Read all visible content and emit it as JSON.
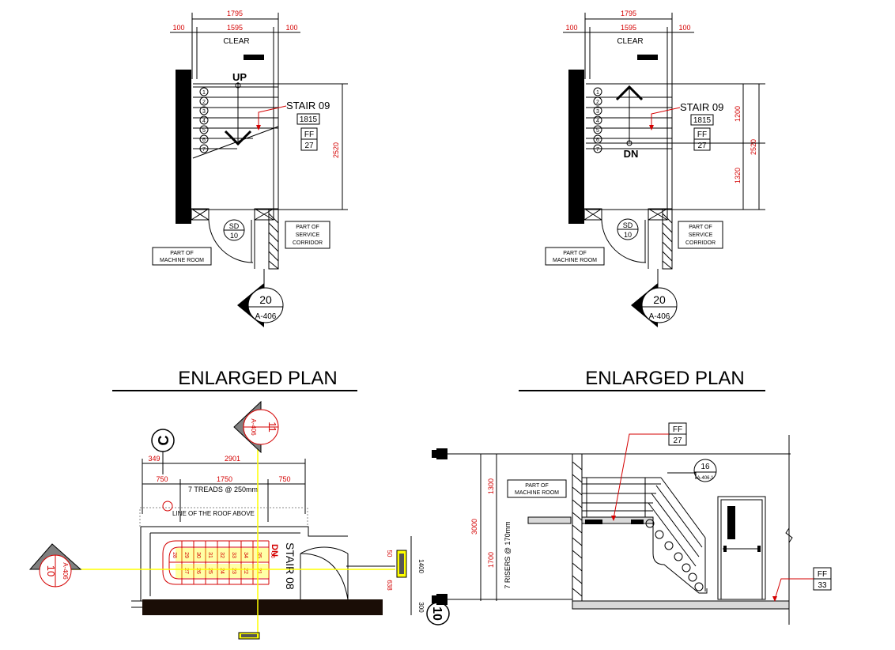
{
  "titles": {
    "plan_left": "ENLARGED PLAN",
    "plan_right": "ENLARGED PLAN"
  },
  "plan_dims": {
    "overall": "1795",
    "clear_width": "1595",
    "side_left": "100",
    "side_right": "100",
    "clear_label": "CLEAR",
    "height": "2520",
    "upper": "1200",
    "lower": "1320"
  },
  "stair_tag": {
    "name": "STAIR 09",
    "number": "1815",
    "ff_label": "FF",
    "ff_value": "27"
  },
  "plan_labels": {
    "up": "UP",
    "dn": "DN",
    "machine_room_1": "PART OF",
    "machine_room_2": "MACHINE ROOM",
    "corridor_1": "PART OF",
    "corridor_2": "SERVICE",
    "corridor_3": "CORRIDOR"
  },
  "door_tag": {
    "code": "SD",
    "number": "10"
  },
  "section_marker": {
    "number": "20",
    "sheet": "A-406"
  },
  "riser_numbers": [
    "1",
    "2",
    "3",
    "4",
    "5",
    "6",
    "7"
  ],
  "stair08": {
    "grid": "C",
    "dim_349": "349",
    "dim_2901": "2901",
    "dim_750a": "750",
    "dim_1750": "1750",
    "dim_750b": "750",
    "treads": "7 TREADS @ 250mm",
    "roof_line": "LINE OF THE ROOF ABOVE",
    "name": "STAIR 08",
    "dn": "DN",
    "dim_1400": "1400",
    "dim_50": "50",
    "dim_638": "638",
    "dim_300": "300",
    "upper_steps": [
      "28",
      "29",
      "30",
      "31",
      "32",
      "33",
      "34",
      "35",
      "36"
    ],
    "lower_steps": [
      "27",
      "26",
      "25",
      "24",
      "23",
      "22",
      "21"
    ],
    "marker_left_num": "10",
    "marker_left_sheet": "A-406",
    "marker_top_num": "11",
    "marker_top_sheet": "A-406",
    "marker_bottom": "10"
  },
  "section": {
    "ff_top_label": "FF",
    "ff_top_value": "27",
    "ff_bottom_label": "FF",
    "ff_bottom_value": "33",
    "detail_num": "16",
    "detail_sheet": "A-406.1",
    "room_1": "PART OF",
    "room_2": "MACHINE ROOM",
    "dim_3000": "3000",
    "dim_1300": "1300",
    "dim_1700": "1700",
    "risers": "7 RISERS @ 170mm"
  },
  "colors": {
    "line": "#000000",
    "dimension": "#d40000",
    "highlight": "#ffff00",
    "fill": "#c8c8c8"
  }
}
